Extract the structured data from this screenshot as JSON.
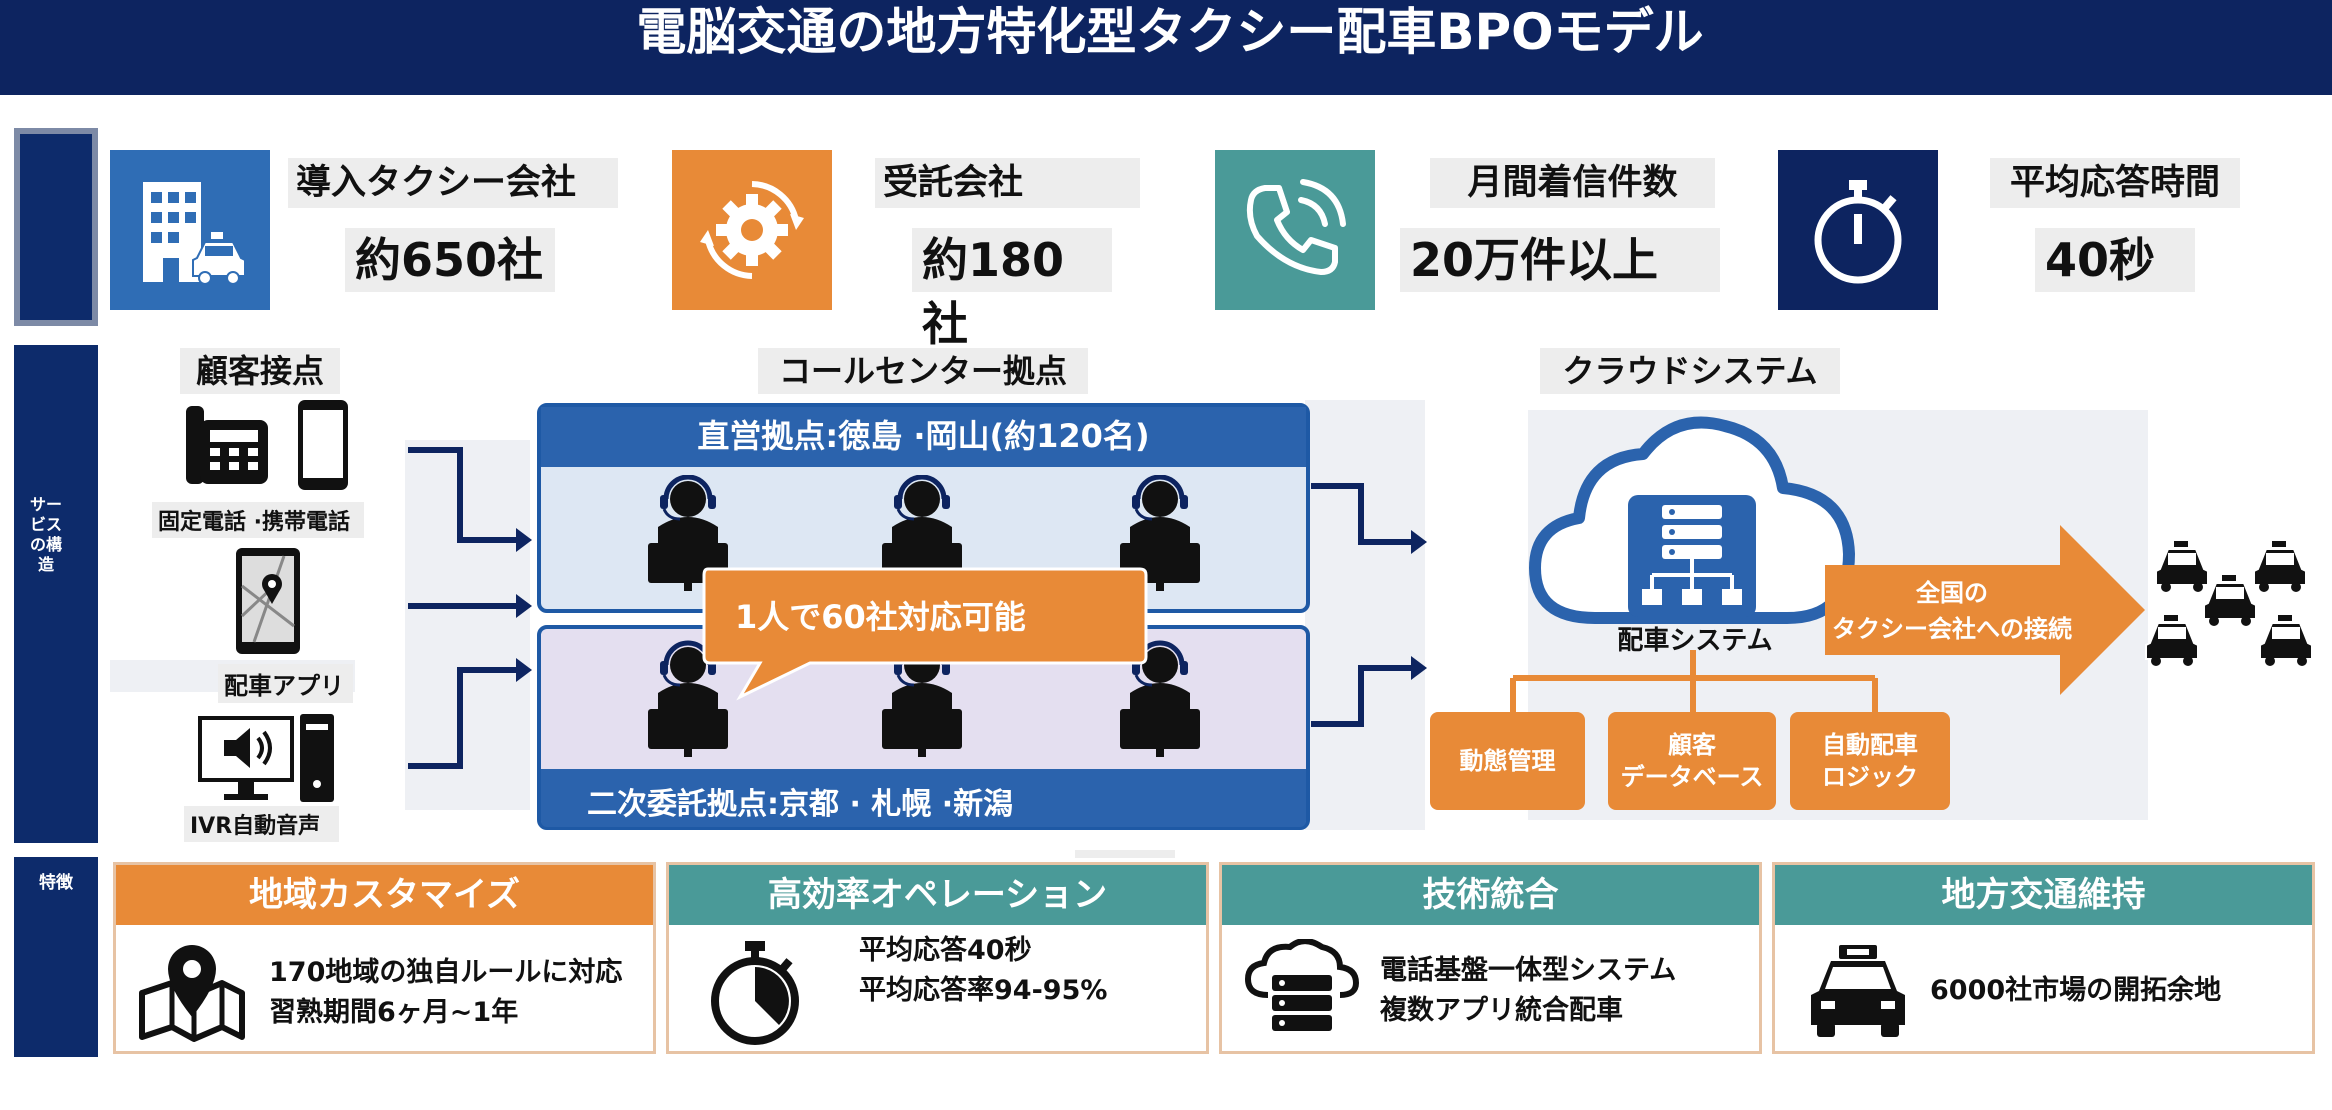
{
  "title": "電脳交通の地方特化型タクシー配車BPOモデル",
  "rail": {
    "service_label": "サービスの構造",
    "feature_label": "特徴"
  },
  "kpis": [
    {
      "label": "導入タクシー会社",
      "value": "約650社",
      "icon": "building-taxi-icon",
      "color": "#2f6db5"
    },
    {
      "label": "受託会社",
      "value": "約180社",
      "icon": "gear-cycle-icon",
      "color": "#e88a37"
    },
    {
      "label": "月間着信件数",
      "value": "20万件以上",
      "icon": "phone-icon",
      "color": "#4a9a98"
    },
    {
      "label": "平均応答時間",
      "value": "40秒",
      "icon": "stopwatch-icon",
      "color": "#0d2460"
    }
  ],
  "structure": {
    "customer_header": "顧客接点",
    "callcenter_header": "コールセンター拠点",
    "cloud_header": "クラウドシステム",
    "channels": [
      "固定電話 ·携帯電話",
      "配車アプリ",
      "IVR自動音声"
    ],
    "direct_base": "直営拠点:徳島 ·岡山(約120名)",
    "subcontract_base": "二次委託拠点:京都 · 札幌 ·新潟",
    "callout": "1人で60社対応可能",
    "system_label": "配車システム",
    "nationwide": "全国の\nタクシー会社への接続",
    "modules": [
      "動態管理",
      "顧客\nデータベース",
      "自動配車\nロジック"
    ]
  },
  "features": [
    {
      "title": "地域カスタマイズ",
      "lines": [
        "170地域の独自ルールに対応",
        "習熟期間6ヶ月~1年"
      ],
      "color": "#e88a37",
      "icon": "map-pin-icon"
    },
    {
      "title": "高効率オペレーション",
      "lines": [
        "平均応答40秒",
        "平均応答率94-95%"
      ],
      "color": "#4a9a98",
      "icon": "stopwatch-icon"
    },
    {
      "title": "技術統合",
      "lines": [
        "電話基盤一体型システム",
        "複数アプリ統合配車"
      ],
      "color": "#4a9a98",
      "icon": "cloud-server-icon"
    },
    {
      "title": "地方交通維持",
      "lines": [
        "6000社市場の開拓余地"
      ],
      "color": "#4a9a98",
      "icon": "taxi-icon"
    }
  ]
}
